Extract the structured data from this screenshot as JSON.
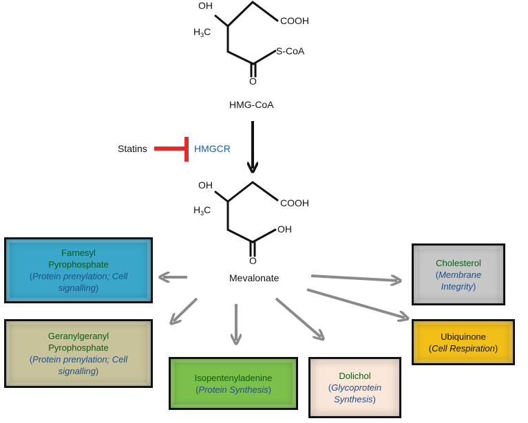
{
  "hmgcoa": {
    "oh": "OH",
    "h3c_h": "H",
    "h3c_3": "3",
    "h3c_c": "C",
    "cooh": "COOH",
    "scoa": "S-CoA",
    "o": "O",
    "name": "HMG-CoA"
  },
  "inhibition": {
    "drug": "Statins",
    "enzyme": "HMGCR",
    "inhibitor_color": "#e32b2b"
  },
  "mevalonate": {
    "oh": "OH",
    "h3c_h": "H",
    "h3c_3": "3",
    "h3c_c": "C",
    "cooh": "COOH",
    "oh2": "OH",
    "o": "O",
    "name": "Mevalonate"
  },
  "products": {
    "farnesyl": {
      "title_1": "Farnesyl",
      "title_2": "Pyrophosphate",
      "role_open": "(",
      "role_1": "Protein prenylation; Cell",
      "role_2": "signalling",
      "role_close": ")",
      "color": "#3aa6c9"
    },
    "geranylgeranyl": {
      "title_1": "Geranylgeranyl",
      "title_2": "Pyrophosphate",
      "role_open": "(",
      "role_1": "Protein prenylation; Cell",
      "role_2": "signalling",
      "role_close": ")",
      "color": "#c9c39c"
    },
    "isopentenyladenine": {
      "title_1": "Isopentenyladenine",
      "role_open": "(",
      "role_1": "Protein Synthesis",
      "role_close": ")",
      "color": "#7cc04b"
    },
    "dolichol": {
      "title_1": "Dolichol",
      "role_open": "(",
      "role_1": "Glycoprotein",
      "role_2": "Synthesis",
      "role_close": ")",
      "color": "#fbe7da"
    },
    "cholesterol": {
      "title_1": "Cholesterol",
      "role_open": "(",
      "role_1": "Membrane",
      "role_2": "Integrity",
      "role_close": ")",
      "color": "#c7c7c7"
    },
    "ubiquinone": {
      "title_1": "Ubiquinone",
      "role_open": "(",
      "role_1": "Cell Respiration",
      "role_close": ")",
      "color": "#f2be18"
    }
  }
}
